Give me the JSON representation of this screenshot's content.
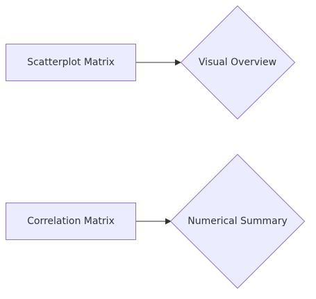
{
  "diagram": {
    "nodes": {
      "scatterplot_matrix": {
        "label": "Scatterplot Matrix",
        "shape": "rectangle"
      },
      "visual_overview": {
        "label": "Visual Overview",
        "shape": "diamond"
      },
      "correlation_matrix": {
        "label": "Correlation Matrix",
        "shape": "rectangle"
      },
      "numerical_summary": {
        "label": "Numerical Summary",
        "shape": "diamond"
      }
    },
    "edges": [
      {
        "from": "scatterplot_matrix",
        "to": "visual_overview"
      },
      {
        "from": "correlation_matrix",
        "to": "numerical_summary"
      }
    ]
  },
  "colors": {
    "node_fill": "#ECECFF",
    "node_stroke": "#9370DB",
    "edge": "#333333",
    "text": "#333333"
  }
}
